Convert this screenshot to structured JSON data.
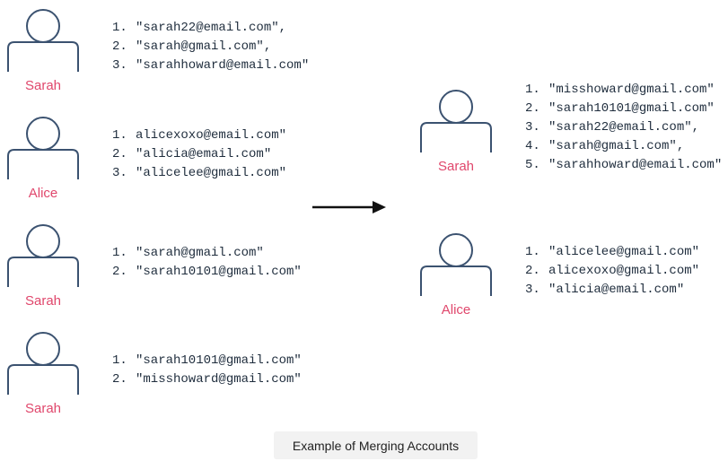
{
  "left_accounts": [
    {
      "name": "Sarah",
      "emails": [
        "\"sarah22@email.com\",",
        "\"sarah@gmail.com\",",
        "\"sarahhoward@email.com\""
      ]
    },
    {
      "name": "Alice",
      "emails": [
        "alicexoxo@email.com\"",
        "\"alicia@email.com\"",
        "\"alicelee@gmail.com\""
      ]
    },
    {
      "name": "Sarah",
      "emails": [
        "\"sarah@gmail.com\"",
        "\"sarah10101@gmail.com\""
      ]
    },
    {
      "name": "Sarah",
      "emails": [
        "\"sarah10101@gmail.com\"",
        "\"misshoward@gmail.com\""
      ]
    }
  ],
  "merged_accounts": [
    {
      "name": "Sarah",
      "emails": [
        "\"misshoward@gmail.com\"",
        "\"sarah10101@gmail.com\"",
        "\"sarah22@email.com\",",
        "\"sarah@gmail.com\",",
        "\"sarahhoward@email.com\""
      ]
    },
    {
      "name": "Alice",
      "emails": [
        "\"alicelee@gmail.com\"",
        "alicexoxo@gmail.com\"",
        "\"alicia@email.com\""
      ]
    }
  ],
  "caption": "Example of Merging Accounts",
  "colors": {
    "name": "#e0476c",
    "avatar_stroke": "#3b5270",
    "text": "#1f2d3d",
    "caption_bg": "#f2f2f2"
  },
  "icons": {
    "avatar": "user-avatar-icon",
    "arrow": "right-arrow-icon"
  }
}
